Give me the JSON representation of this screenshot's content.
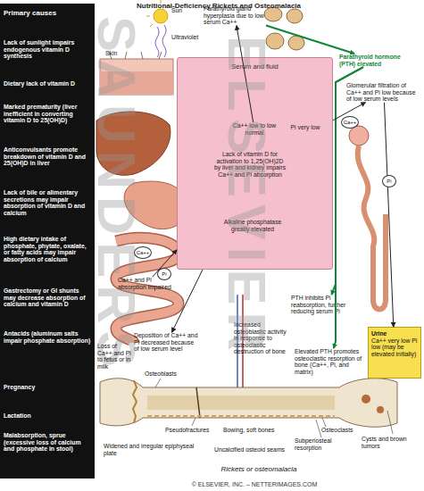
{
  "diagram": {
    "title": "Nutritional-Deficiency Rickets and Osteomalacia",
    "nodes": [
      {
        "text": [
          "Primary causes"
        ]
      },
      {
        "text": [
          "Lack of sunlight impairs endogenous vitamin D synthesis"
        ],
        "in": 0
      },
      {
        "text": [
          "Dietary lack of vitamin D"
        ],
        "in": 0
      },
      {
        "text": [
          "Marked prematurity (liver inefficient in converting vitamin D to 25(OH)D)"
        ],
        "in": 0
      },
      {
        "text": [
          "Anticonvulsants promote breakdown of vitamin D and 25(OH)D in liver"
        ],
        "in": 0
      },
      {
        "text": [
          "Lack of bile or alimentary secretions may impair absorption of vitamin D and calcium"
        ],
        "in": 0
      },
      {
        "text": [
          "High dietary intake of phosphate, phytate, oxalate, or fatty acids may impair absorption of calcium"
        ],
        "in": 0
      },
      {
        "text": [
          "Gastrectomy or GI shunts may decrease absorption of calcium and vitamin D"
        ],
        "in": 0
      },
      {
        "text": [
          "Antacids (aluminum salts impair phosphate absorption)"
        ],
        "in": 0
      },
      {
        "text": [
          "Pregnancy"
        ],
        "in": 0
      },
      {
        "text": [
          "Lactation"
        ],
        "in": 0
      },
      {
        "text": [
          "Malabsorption, sprue (excessive loss of calcium and phosphate in stool)"
        ],
        "in": 0
      },
      {
        "text": [
          "Parathyroid gland hyperplasia due to low serum Ca++"
        ]
      },
      {
        "text": [
          "Parathyroid hormone (PTH) elevated"
        ]
      },
      {
        "text": [
          "Serum and fluid"
        ]
      },
      {
        "text": [
          "Ca++ low to low normal"
        ],
        "in": 14
      },
      {
        "text": [
          "Pi very low"
        ],
        "in": 14
      },
      {
        "text": [
          "Lack of vitamin D for activation to 1,25(OH)2D by liver and kidney impairs Ca++ and Pi absorption"
        ],
        "in": 14
      },
      {
        "text": [
          "Alkaline phosphatase greatly elevated"
        ],
        "in": 14
      },
      {
        "text": [
          "Glomerular filtration of Ca++ and Pi low because of low serum levels"
        ]
      },
      {
        "text": [
          "PTH inhibits Pi reabsorption, further reducing serum Pi"
        ]
      },
      {
        "text": [
          "Urine",
          "Ca++ very low Pi low (may be elevated initially)"
        ]
      },
      {
        "text": [
          "Ca++ and Pi absorption impaired"
        ]
      },
      {
        "text": [
          "Deposition of Ca++ and Pi decreased because of low serum level"
        ]
      },
      {
        "text": [
          "Increased osteoblastic activity in response to osteoclastic destruction of bone"
        ]
      },
      {
        "text": [
          "Elevated PTH promotes osteoclastic resorption of bone (Ca++, Pi, and matrix)"
        ]
      }
    ],
    "edges": [
      {
        "from": 12,
        "to": 13,
        "arrow": "to"
      },
      {
        "from": 15,
        "to": 12,
        "arrow": "to"
      },
      {
        "from": 13,
        "to": 20,
        "arrow": "to"
      },
      {
        "from": 13,
        "to": 25,
        "arrow": "to"
      },
      {
        "from": 14,
        "to": 19,
        "arrow": "to"
      },
      {
        "from": 19,
        "to": 21,
        "arrow": "to"
      },
      {
        "from": 22,
        "to": 14,
        "arrow": "to"
      },
      {
        "from": 14,
        "to": 23,
        "arrow": "to"
      }
    ],
    "labels": [
      "SAUNDERS",
      "ELSEVIER",
      "Sun",
      "Ultraviolet",
      "Skin",
      "Ca++",
      "Pi",
      "Ca++",
      "Pi",
      "Loss of Ca++ and Pi to fetus or in milk",
      "Osteoblasts",
      "Pseudofractures",
      "Osteoclasts",
      "Bowing, soft bones",
      "Subperiosteal resorption",
      "Cysts and brown tumors",
      "Widened and irregular epiphyseal plate",
      "Uncalcified osteoid seams",
      "Rickets or osteomalacia",
      "© ELSEVIER, INC. – NETTERIMAGES.COM"
    ]
  }
}
